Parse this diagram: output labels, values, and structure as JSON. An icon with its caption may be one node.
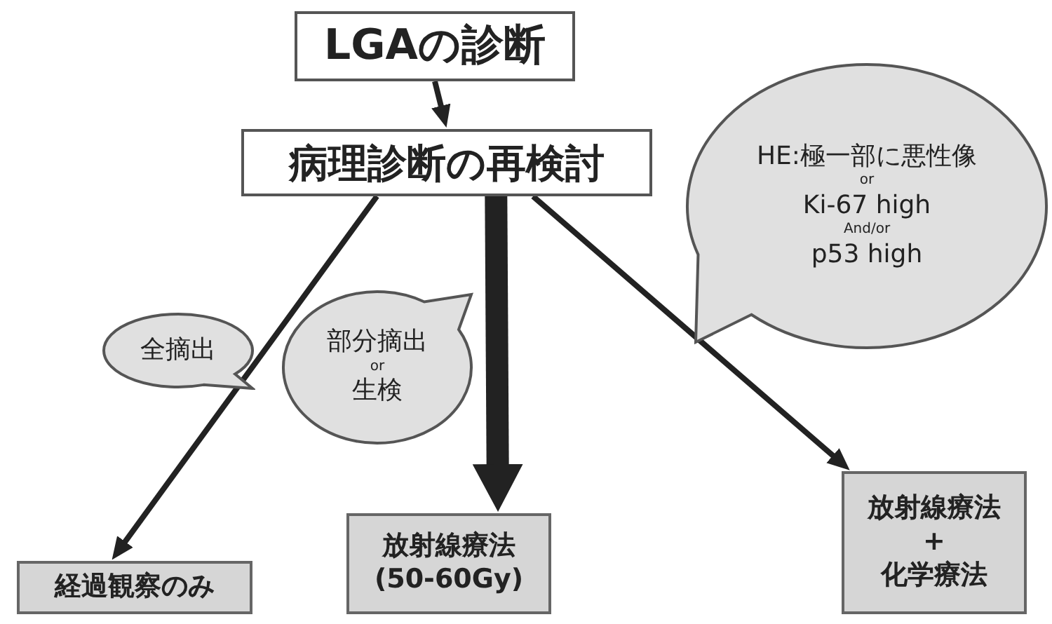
{
  "diagram": {
    "nodes": [
      {
        "text": [
          "LGAの診断"
        ]
      },
      {
        "text": [
          "病理診断の再検討"
        ]
      },
      {
        "text": [
          "経過観察のみ"
        ]
      },
      {
        "text": [
          "放射線療法",
          "(50-60Gy)"
        ]
      },
      {
        "text": [
          "放射線療法",
          "+",
          "化学療法"
        ]
      },
      {
        "text": [
          "全摘出"
        ]
      },
      {
        "text": [
          "部分摘出",
          "or",
          "生検"
        ]
      },
      {
        "text": [
          "HE:極一部に悪性像",
          "or",
          "Ki-67 high",
          "And/or",
          "p53 high"
        ]
      }
    ],
    "edges": [
      {
        "from": 0,
        "to": 1,
        "arrow": "to"
      },
      {
        "from": 1,
        "to": 2,
        "arrow": "to"
      },
      {
        "from": 1,
        "to": 3,
        "arrow": "to",
        "style": "thick"
      },
      {
        "from": 1,
        "to": 4,
        "arrow": "to"
      }
    ]
  }
}
